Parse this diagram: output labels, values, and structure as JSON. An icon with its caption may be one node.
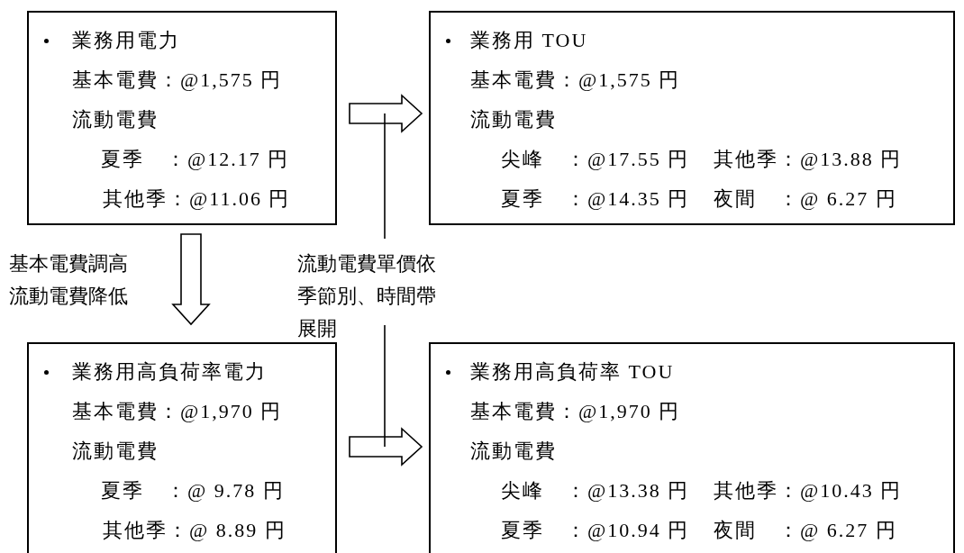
{
  "diagram": {
    "nodes": [
      {
        "text": [
          "業務用電力",
          "基本電費：@1,575 円",
          "流動電費",
          "夏季　：@12.17 円",
          "其他季：@11.06 円"
        ]
      },
      {
        "text": [
          "業務用 TOU",
          "基本電費：@1,575 円",
          "流動電費",
          "尖峰　：@17.55 円",
          "其他季：@13.88 円",
          "夏季　：@14.35 円",
          "夜間　：@ 6.27 円"
        ]
      },
      {
        "text": [
          "業務用高負荷率電力",
          "基本電費：@1,970 円",
          "流動電費",
          "夏季　：@ 9.78 円",
          "其他季：@ 8.89 円"
        ]
      },
      {
        "text": [
          "業務用高負荷率 TOU",
          "基本電費：@1,970 円",
          "流動電費",
          "尖峰　：@13.38 円",
          "其他季：@10.43 円",
          "夏季　：@10.94 円",
          "夜間　：@ 6.27 円"
        ]
      },
      {
        "text": [
          "流動電費單價依季節別、時間帶展開"
        ]
      }
    ],
    "edges": [
      {
        "from": 0,
        "to": 1,
        "arrow": "to"
      },
      {
        "from": 0,
        "to": 2,
        "arrow": "to",
        "label": "基本電費調高流動電費降低"
      },
      {
        "from": 2,
        "to": 3,
        "arrow": "to"
      },
      {
        "from": 4,
        "to": null,
        "arrow": "none"
      },
      {
        "from": 4,
        "to": null,
        "arrow": "none"
      }
    ]
  }
}
